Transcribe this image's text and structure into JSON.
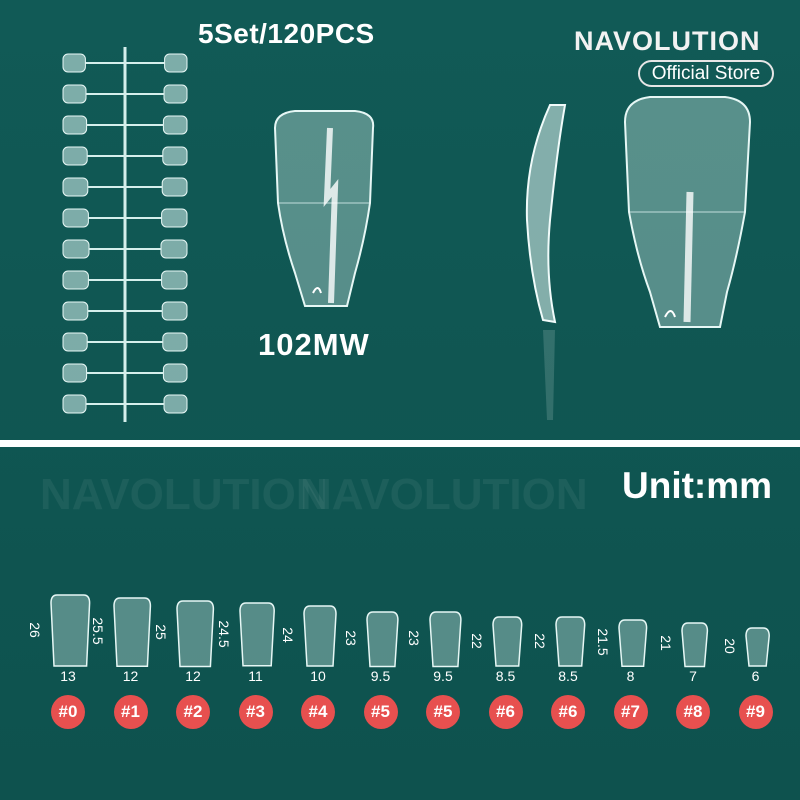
{
  "header": {
    "set_count": "5Set/120PCS",
    "brand": "NAVOLUTION",
    "store_badge": "Official Store",
    "model": "102MW"
  },
  "size_chart": {
    "unit_label": "Unit:mm",
    "sizes": [
      {
        "label": "#0",
        "length": "26",
        "width": "13"
      },
      {
        "label": "#1",
        "length": "25.5",
        "width": "12"
      },
      {
        "label": "#2",
        "length": "25",
        "width": "12"
      },
      {
        "label": "#3",
        "length": "24.5",
        "width": "11"
      },
      {
        "label": "#4",
        "length": "24",
        "width": "10"
      },
      {
        "label": "#5",
        "length": "23",
        "width": "9.5"
      },
      {
        "label": "#5",
        "length": "23",
        "width": "9.5"
      },
      {
        "label": "#6",
        "length": "22",
        "width": "8.5"
      },
      {
        "label": "#6",
        "length": "22",
        "width": "8.5"
      },
      {
        "label": "#7",
        "length": "21.5",
        "width": "8"
      },
      {
        "label": "#8",
        "length": "21",
        "width": "7"
      },
      {
        "label": "#9",
        "length": "20",
        "width": "6"
      }
    ]
  },
  "colors": {
    "background": "#0f5753",
    "badge": "#e7504f",
    "text": "#ffffff"
  }
}
